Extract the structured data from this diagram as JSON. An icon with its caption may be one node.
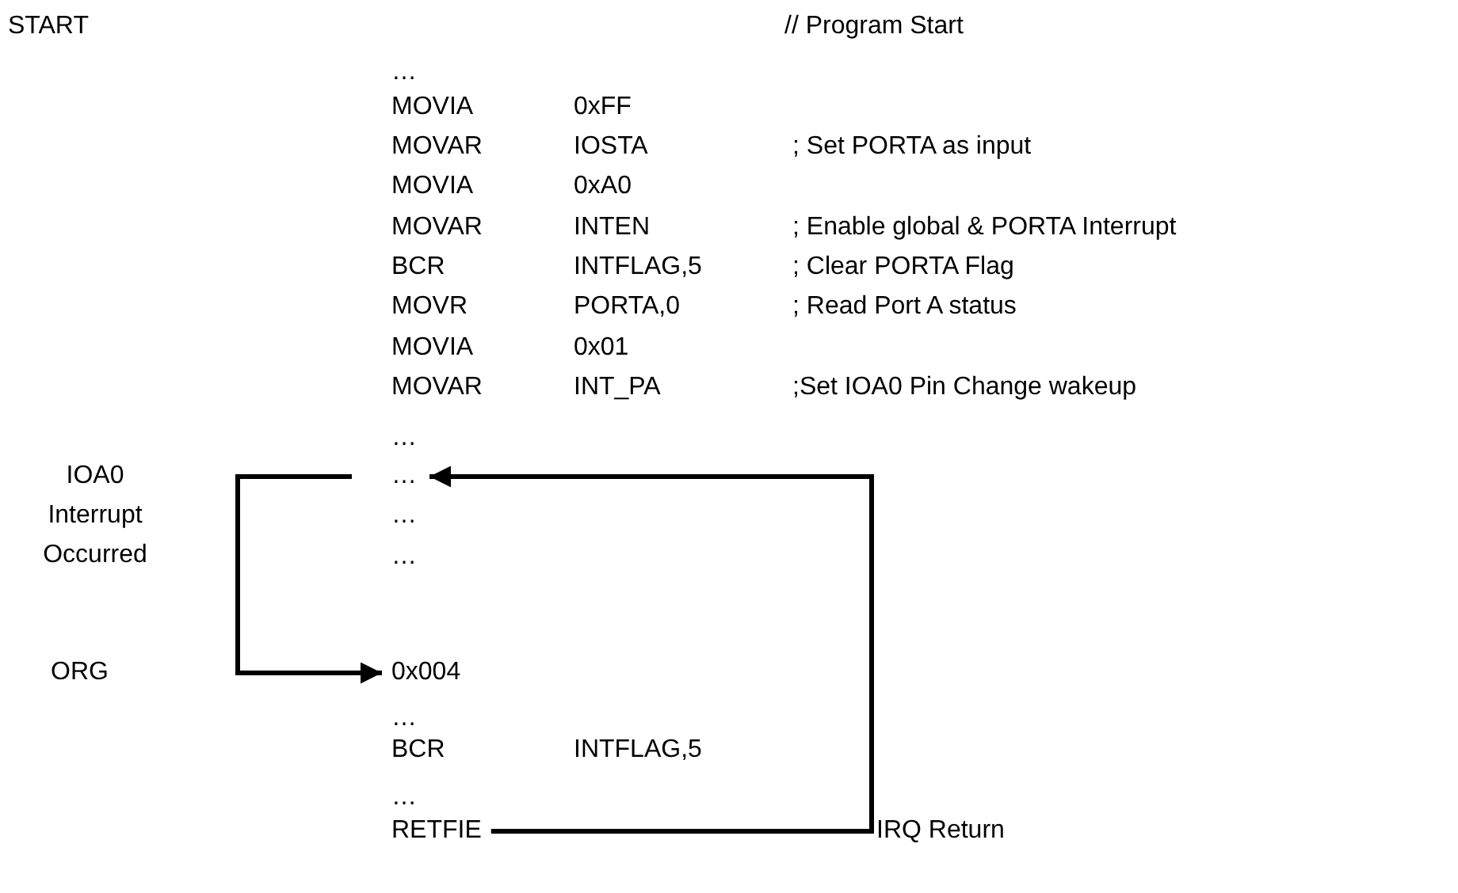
{
  "diagram": {
    "nodes": [
      {
        "text": [
          "…"
        ]
      },
      {
        "text": [
          "0x004"
        ]
      },
      {
        "text": [
          "RETFIE"
        ]
      }
    ],
    "edges": [
      {
        "from": 0,
        "to": 1,
        "arrow": "to",
        "label": "IOA0 Interrupt Occurred"
      },
      {
        "from": 2,
        "to": 0,
        "arrow": "to",
        "label": "IRQ Return"
      }
    ],
    "labels": [
      "START",
      "// Program Start",
      "…",
      "MOVIA",
      "0xFF",
      "MOVAR",
      "IOSTA",
      "; Set PORTA as input",
      "MOVIA",
      "0xA0",
      "MOVAR",
      "INTEN",
      "; Enable global & PORTA Interrupt",
      "BCR",
      "INTFLAG,5",
      "; Clear PORTA Flag",
      "MOVR",
      "PORTA,0",
      "; Read Port A status",
      "MOVIA",
      "0x01",
      "MOVAR",
      "INT_PA",
      ";Set IOA0 Pin Change wakeup",
      "…",
      "…",
      "…",
      "ORG",
      "…",
      "BCR",
      "INTFLAG,5",
      "…"
    ]
  }
}
